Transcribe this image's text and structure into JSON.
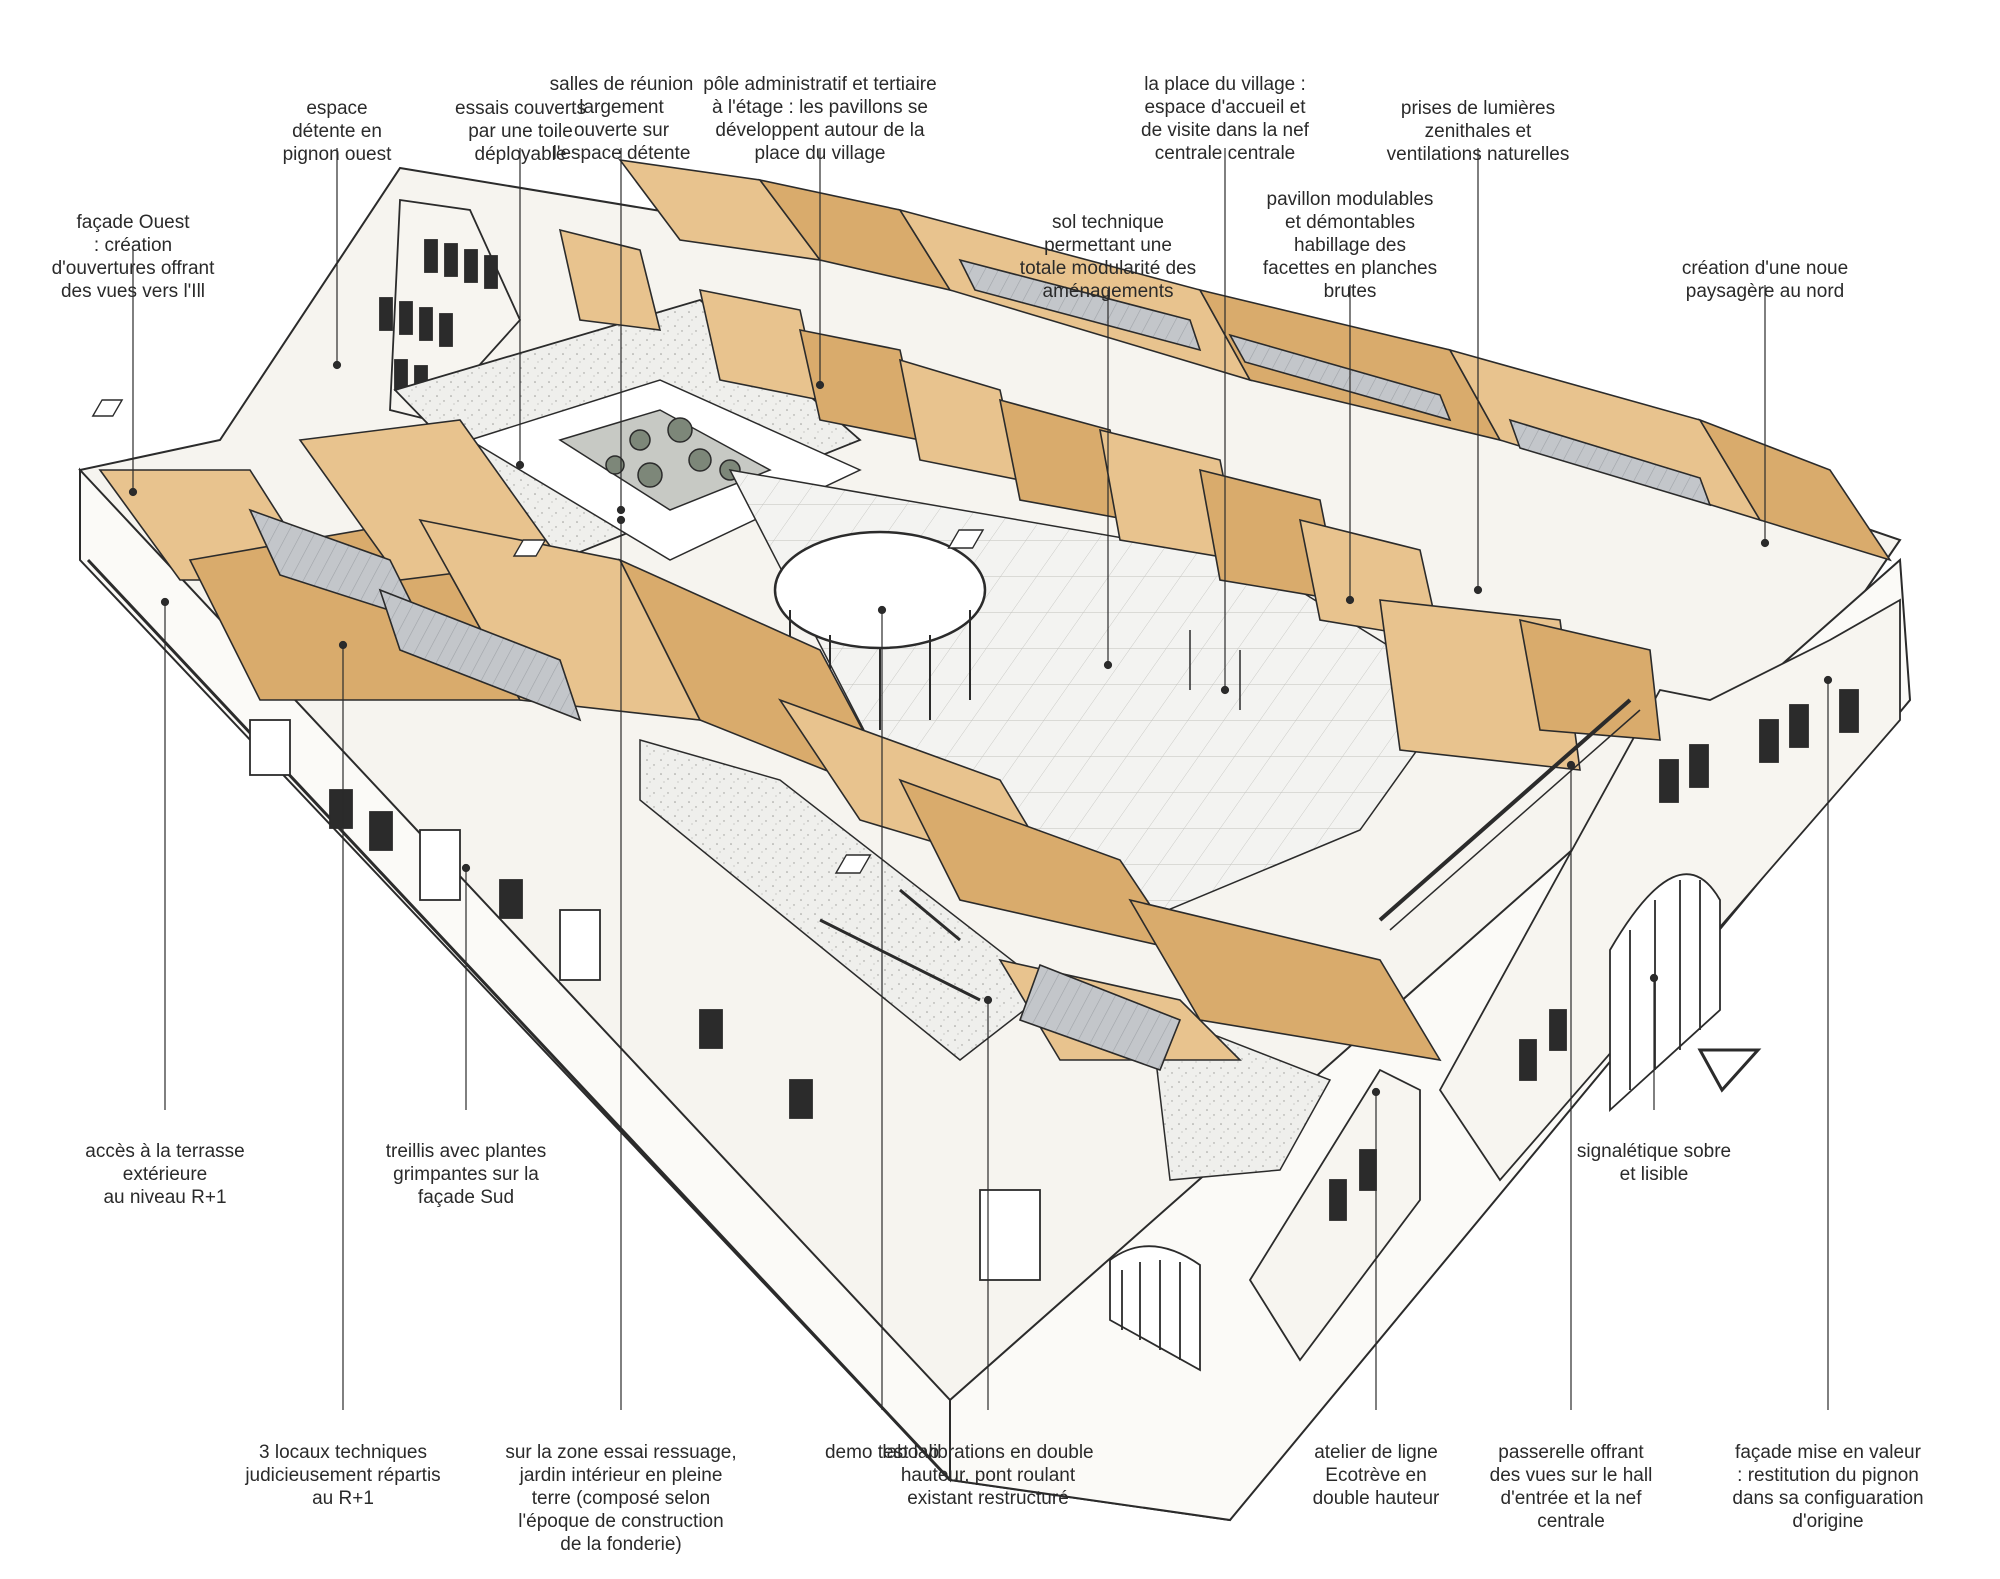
{
  "annotations_top": [
    {
      "id": "espace-detente",
      "text": "espace\ndétente en\npignon ouest"
    },
    {
      "id": "essais-couverts",
      "text": "essais couverts\npar une toile\ndéployable"
    },
    {
      "id": "salles-reunion",
      "text": "salles de réunion\nlargement\nouverte sur\nl'espace détente"
    },
    {
      "id": "pole-administratif",
      "text": "pôle administratif et tertiaire\nà l'étage : les pavillons se\ndéveloppent autour de la\nplace du village"
    },
    {
      "id": "place-village",
      "text": "la place du village :\nespace d'accueil et\nde visite dans la nef\ncentrale centrale"
    },
    {
      "id": "prises-lumieres",
      "text": "prises de lumières\nzenithales et\nventilations naturelles"
    },
    {
      "id": "facade-ouest",
      "text": "façade Ouest\n: création\nd'ouvertures offrant\ndes vues vers l'Ill"
    },
    {
      "id": "sol-technique",
      "text": "sol technique\npermettant une\ntotale modularité des\naménagements"
    },
    {
      "id": "pavillon-modulables",
      "text": "pavillon modulables\net démontables\nhabillage des\nfacettes en planches\nbrutes"
    },
    {
      "id": "noue-paysagere",
      "text": "création d'une noue\npaysagère au nord"
    }
  ],
  "annotations_middle": [
    {
      "id": "acces-terrasse",
      "text": "accès à la terrasse\nextérieure\nau niveau R+1"
    },
    {
      "id": "treillis-plantes",
      "text": "treillis avec plantes\ngrimpantes sur la\nfaçade Sud"
    },
    {
      "id": "signaletique",
      "text": "signalétique sobre\net lisible"
    }
  ],
  "annotations_bottom": [
    {
      "id": "locaux-techniques",
      "text": "3 locaux techniques\njudicieusement répartis\nau R+1"
    },
    {
      "id": "zone-essai-ressuage",
      "text": "sur la zone essai ressuage,\njardin intérieur en pleine\nterre (composé selon\nl'époque de construction\nde la fonderie)"
    },
    {
      "id": "demo-test-lab",
      "text": "demo test lab"
    },
    {
      "id": "labo-vibrations",
      "text": "labo vibrations en double\nhauteur, pont roulant\nexistant restructuré"
    },
    {
      "id": "atelier-ligne",
      "text": "atelier de ligne\nEcotrève en\ndouble hauteur"
    },
    {
      "id": "passerelle",
      "text": "passerelle offrant\ndes vues sur le hall\nd'entrée et la nef\ncentrale"
    },
    {
      "id": "facade-valeur",
      "text": "façade mise en valeur\n: restitution du pignon\ndans sa configuaration\nd'origine"
    }
  ],
  "colors": {
    "roof": "#e8c38e",
    "roof_shade": "#d9ab6c",
    "roof_dark": "#c9975a",
    "wall": "#fbfaf7",
    "floor": "#eeeeec",
    "glass": "#b9bcc0",
    "line": "#2b2b2b",
    "label": "#2a2a2a"
  }
}
